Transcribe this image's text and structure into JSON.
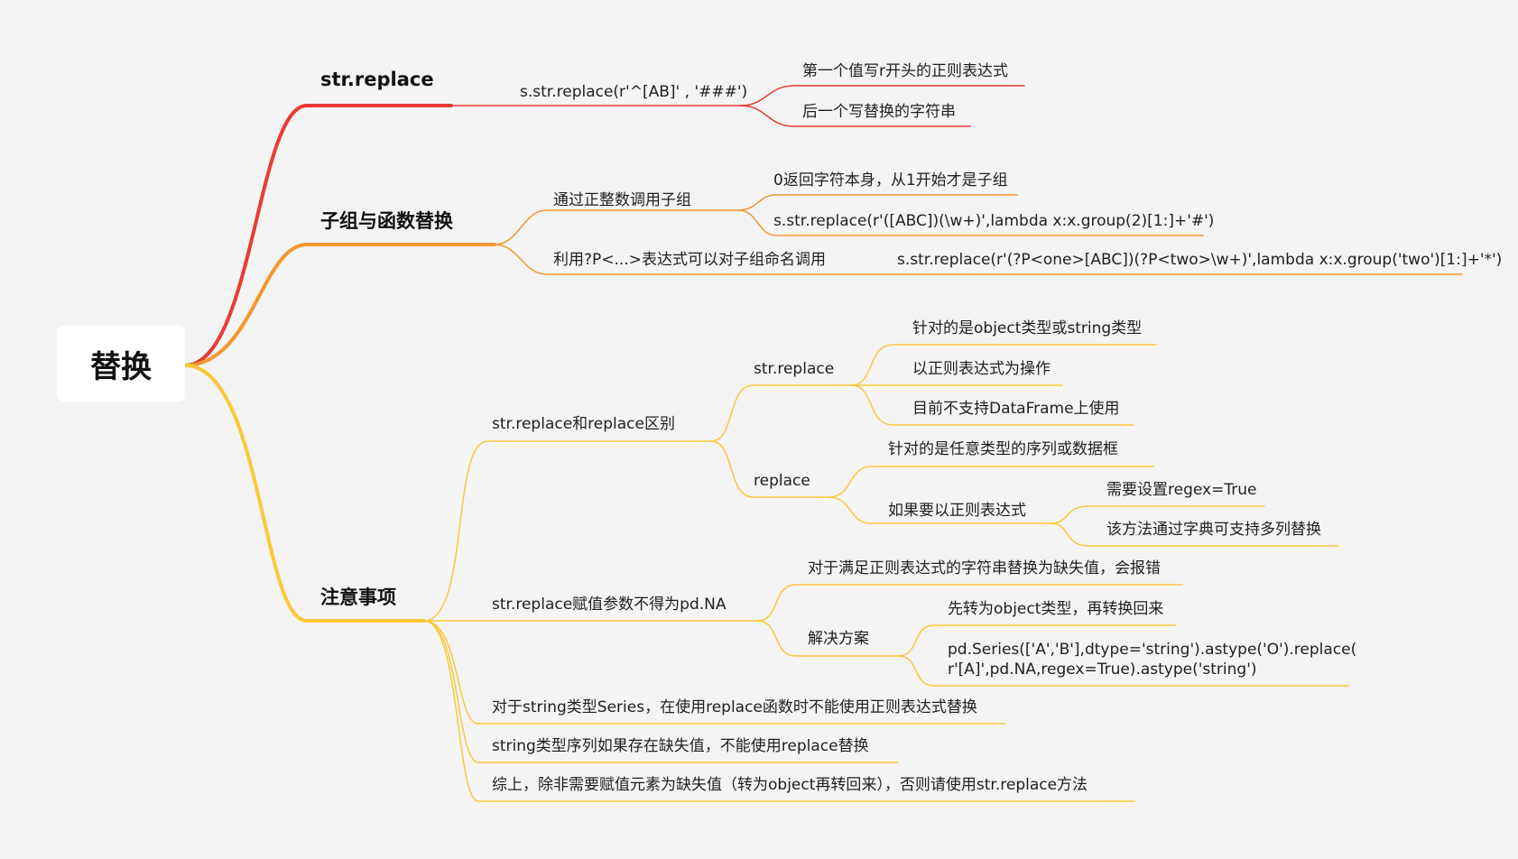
{
  "root": "替换",
  "colors": {
    "red": "#ea3b32",
    "orange": "#f39730",
    "yellow": "#fcc83a",
    "bg": "#f4f4f4"
  },
  "branches": {
    "b1": {
      "title": "str.replace",
      "code": "s.str.replace(r'^[AB]' , '###')",
      "n1": "第一个值写r开头的正则表达式",
      "n2": "后一个写替换的字符串"
    },
    "b2": {
      "title": "子组与函数替换",
      "a": "通过正整数调用子组",
      "a1": "0返回字符本身，从1开始才是子组",
      "a2": "s.str.replace(r'([ABC])(\\w+)',lambda x:x.group(2)[1:]+'#')",
      "b": "利用?P<...>表达式可以对子组命名调用",
      "b1": "s.str.replace(r'(?P<one>[ABC])(?P<two>\\w+)',lambda x:x.group('two')[1:]+'*')"
    },
    "b3": {
      "title": "注意事项",
      "diff": "str.replace和replace区别",
      "sr": "str.replace",
      "sr1": "针对的是object类型或string类型",
      "sr2": "以正则表达式为操作",
      "sr3": "目前不支持DataFrame上使用",
      "rp": "replace",
      "rp1": "针对的是任意类型的序列或数据框",
      "rp2": "如果要以正则表达式",
      "rp2a": "需要设置regex=True",
      "rp2b": "该方法通过字典可支持多列替换",
      "na": "str.replace赋值参数不得为pd.NA",
      "na1": "对于满足正则表达式的字符串替换为缺失值，会报错",
      "na2": "解决方案",
      "na2a": "先转为object类型，再转换回来",
      "na2b": "pd.Series(['A','B'],dtype='string').astype('O').replace(\nr'[A]',pd.NA,regex=True).astype('string')",
      "s1": "对于string类型Series，在使用replace函数时不能使用正则表达式替换",
      "s2": "string类型序列如果存在缺失值，不能使用replace替换",
      "s3": "综上，除非需要赋值元素为缺失值（转为object再转回来），否则请使用str.replace方法"
    }
  }
}
